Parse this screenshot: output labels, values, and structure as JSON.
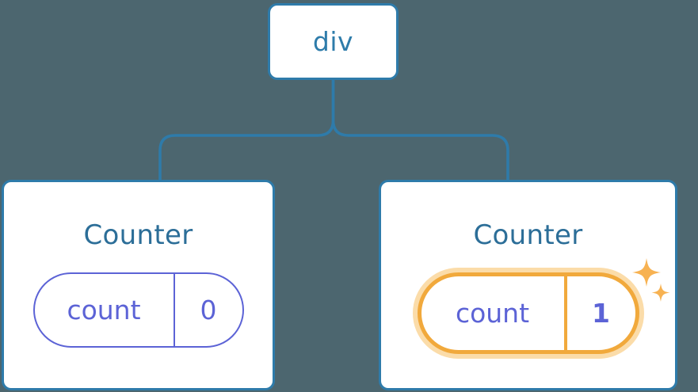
{
  "diagram": {
    "type": "component-tree",
    "background_color": "#4C666F",
    "edge_color": "#2E7BAA",
    "node_border_color": "#2E7BAA",
    "node_fill_color": "#FFFFFF",
    "state_color": "#5C63D6",
    "highlight_color": "#F1A93C",
    "highlight_glow_color": "#FBDCA9"
  },
  "root": {
    "label": "div"
  },
  "children": [
    {
      "title": "Counter",
      "state": {
        "key": "count",
        "value": "0"
      },
      "highlighted": false
    },
    {
      "title": "Counter",
      "state": {
        "key": "count",
        "value": "1"
      },
      "highlighted": true,
      "sparkle_icons": [
        "sparkle-large",
        "sparkle-small"
      ]
    }
  ]
}
